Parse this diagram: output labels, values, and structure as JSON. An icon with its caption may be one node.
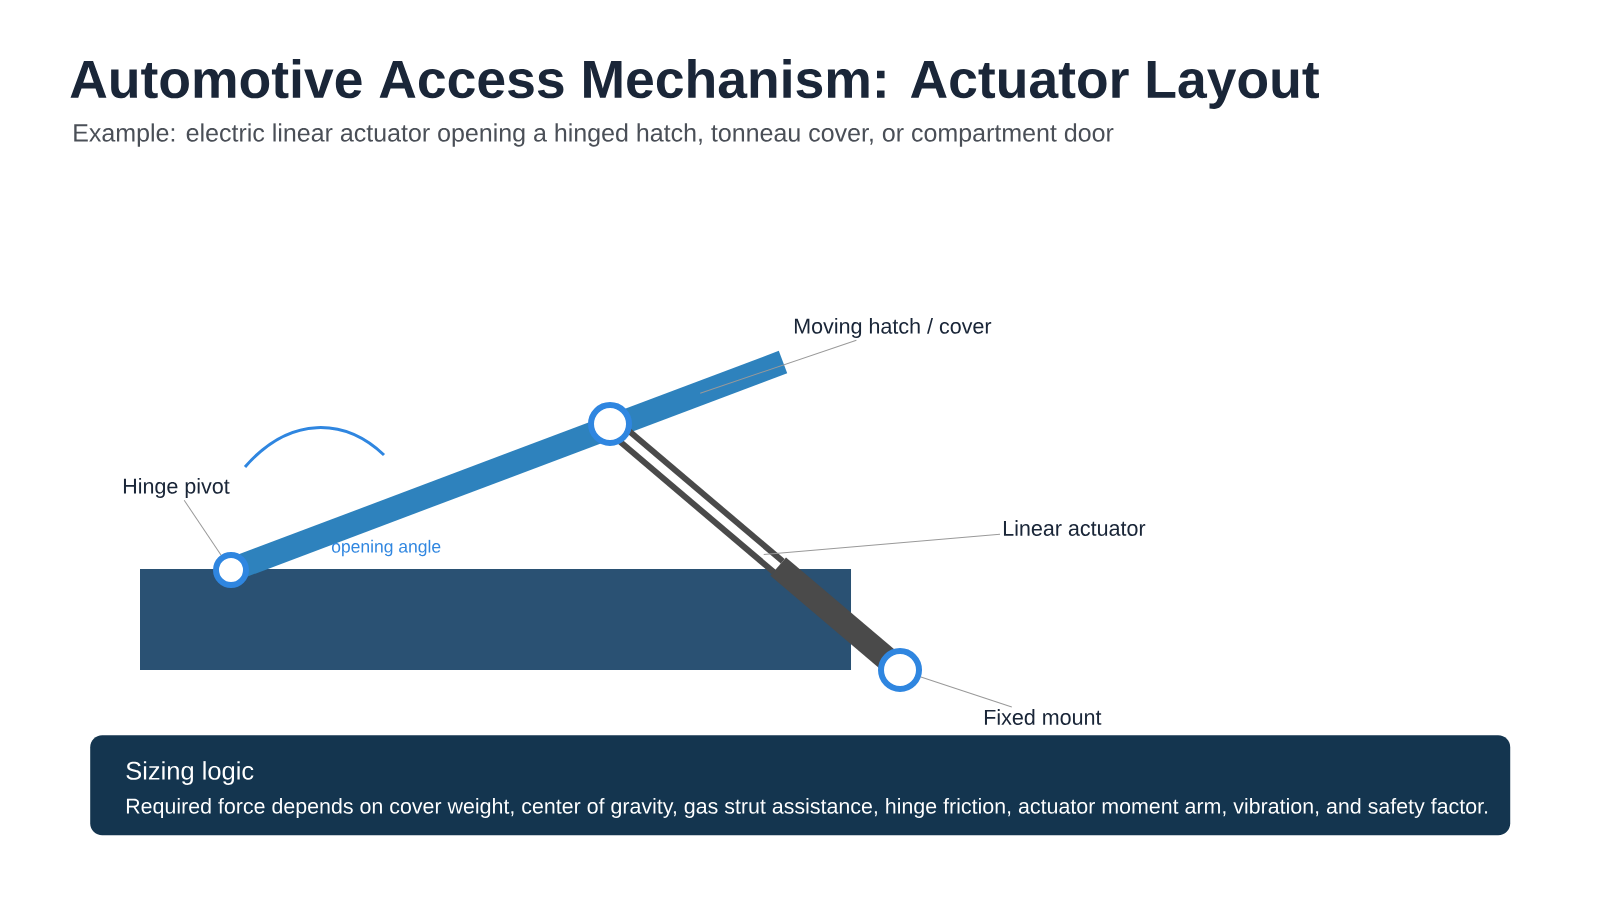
{
  "diagram": {
    "title": "Automotive Access Mechanism: Actuator Layout",
    "caption": "Example: electric linear actuator opening a hinged hatch, tonneau cover, or compartment door",
    "nodes": [
      {
        "text": [
          "Moving hatch / cover"
        ]
      },
      {
        "text": [
          "Hinge pivot"
        ]
      },
      {
        "text": [],
        "shape": "circle"
      },
      {
        "text": [
          "Linear actuator"
        ]
      },
      {
        "text": [
          "Fixed mount"
        ]
      },
      {
        "text": [],
        "shape": "circle"
      },
      {
        "text": [
          "Sizing logic",
          "Required force depends on cover weight, center of gravity, gas strut assistance, hinge friction, actuator moment arm, vibration, and safety factor."
        ]
      }
    ],
    "edges": [
      {
        "from": 0,
        "to": null,
        "arrow": "none"
      },
      {
        "from": 1,
        "to": 2,
        "arrow": "none"
      },
      {
        "from": 3,
        "to": null,
        "arrow": "none"
      },
      {
        "from": 4,
        "to": 5,
        "arrow": "none"
      }
    ],
    "labels": [
      "opening angle"
    ]
  }
}
